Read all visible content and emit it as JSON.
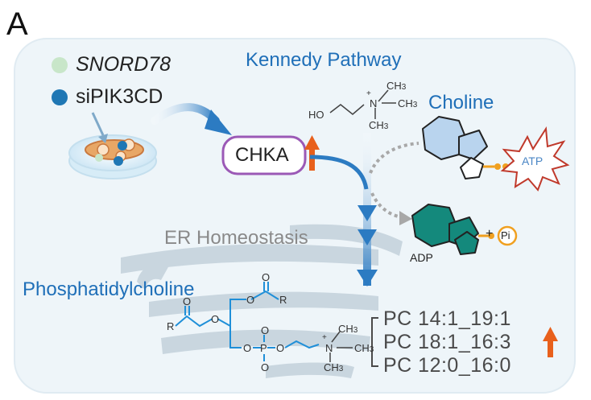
{
  "panel_label": "A",
  "legend": [
    {
      "label": "SNORD78",
      "color": "#c8e6c9",
      "italic": true
    },
    {
      "label": "siPIK3CD",
      "color": "#1f77b4",
      "italic": false
    }
  ],
  "pathway_title": "Kennedy Pathway",
  "substrate_label": "Choline",
  "enzyme_label": "CHKA",
  "er_label": "ER Homeostasis",
  "product_label": "Phosphatidylcholine",
  "atp_label": "ATP",
  "adp_label": "ADP",
  "pi_label": "Pi",
  "plus_sign": "+",
  "choline_structure": {
    "ho": "HO",
    "charge": "+",
    "n": "N",
    "ch3": "CH",
    "sub3": "3"
  },
  "pc_structure": {
    "r": "R",
    "o": "O",
    "p": "P",
    "charge": "+",
    "n": "N",
    "ch3": "CH",
    "sub3": "3"
  },
  "pc_species": [
    {
      "label": "PC 14:1_19:1",
      "upregulated": false
    },
    {
      "label": "PC 18:1_16:3",
      "upregulated": true
    },
    {
      "label": "PC 12:0_16:0",
      "upregulated": false
    }
  ],
  "colors": {
    "panel_bg": "#eef5f9",
    "accent_blue": "#1f6fb8",
    "arrow_orange": "#e8601c",
    "enzyme_outline": "#9b59b6",
    "er_gray": "#c9d6df",
    "protein_light": "#b9d4ee",
    "protein_teal": "#14897c",
    "atp_red": "#c0392b",
    "pi_orange": "#f0a020"
  }
}
